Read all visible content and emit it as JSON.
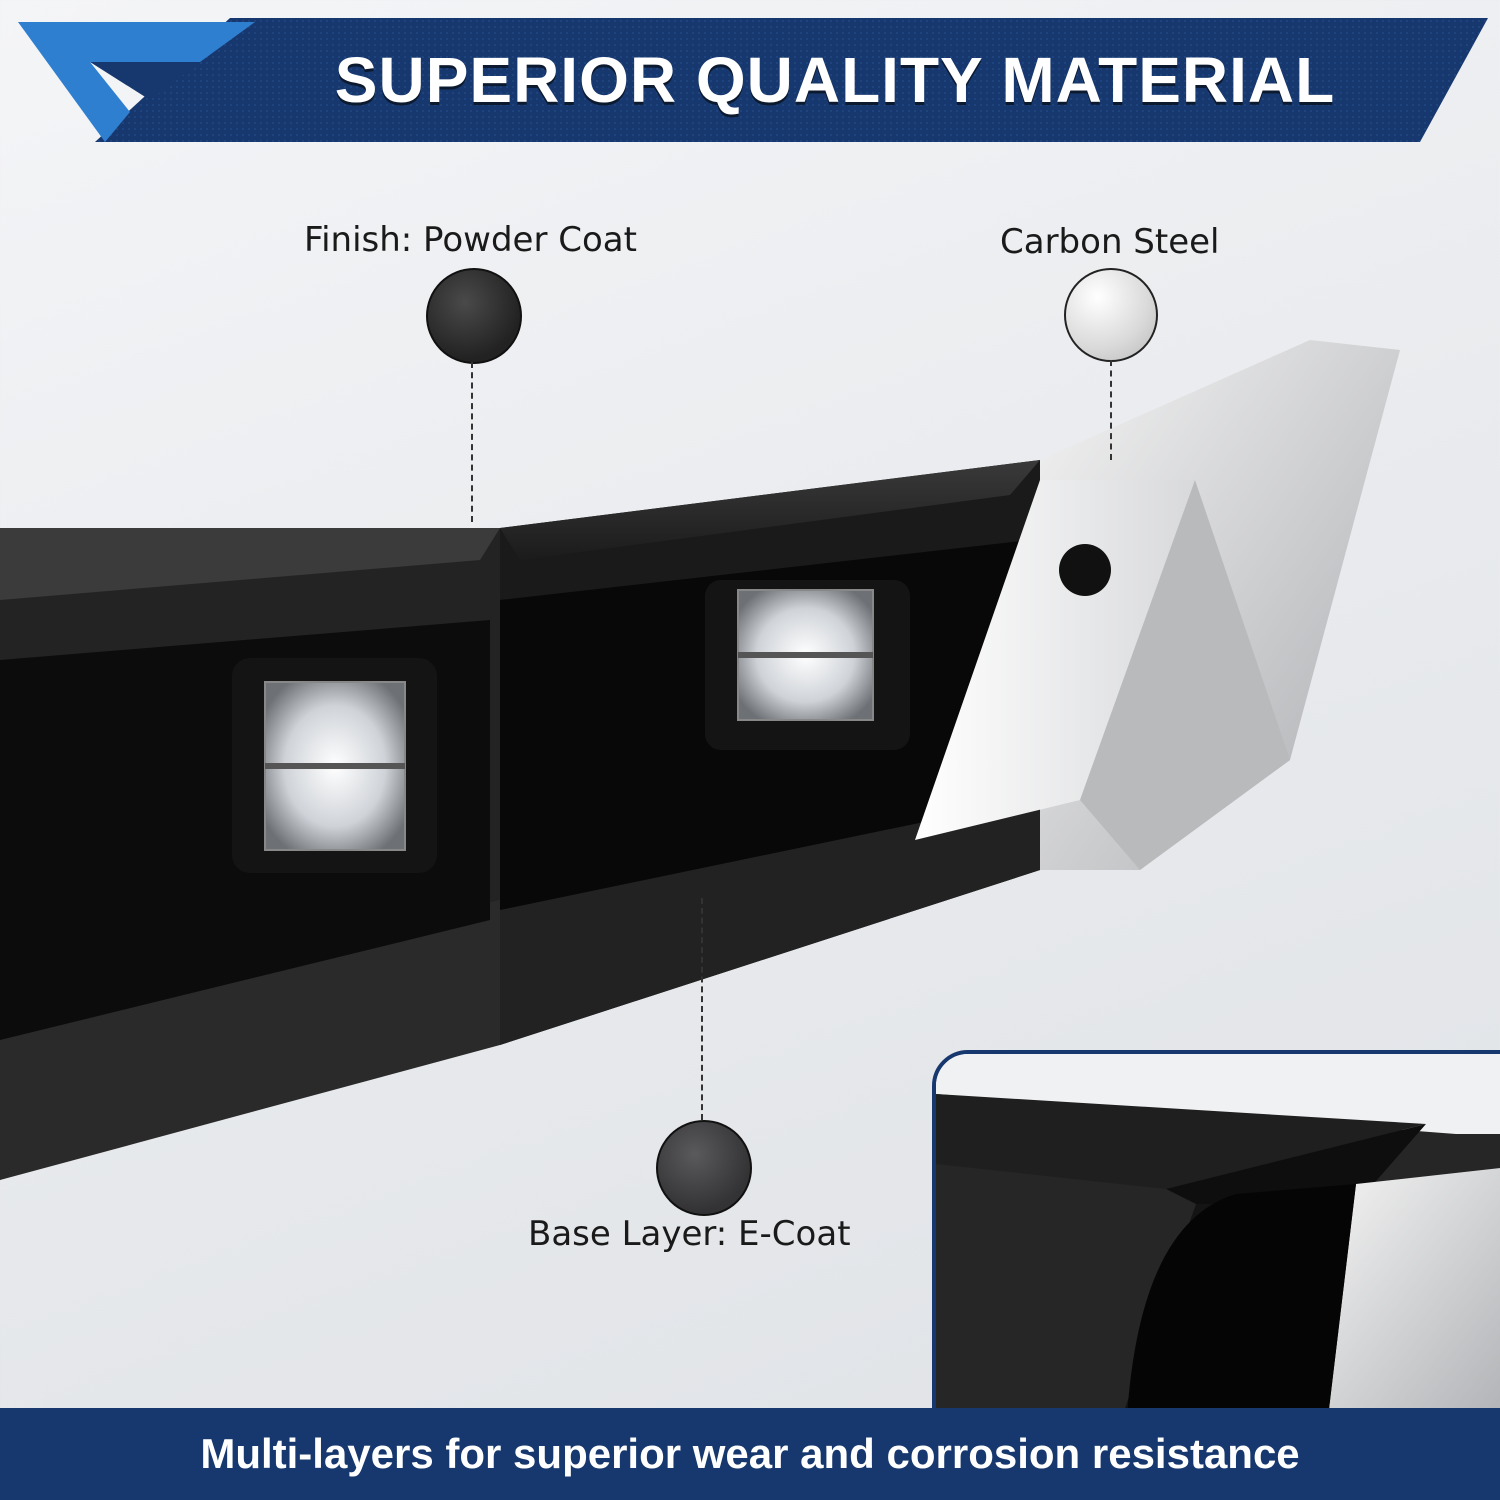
{
  "header": {
    "title": "SUPERIOR QUALITY MATERIAL"
  },
  "callouts": {
    "powder_coat": "Finish: Powder Coat",
    "carbon_steel": "Carbon Steel",
    "e_coat": "Base Layer: E-Coat"
  },
  "footer": {
    "tagline": "Multi-layers for superior wear and corrosion resistance"
  },
  "colors": {
    "banner_navy": "#17386e",
    "banner_accent": "#2f7fd1",
    "powder_coat": "#2b2b2b",
    "carbon_steel": "#e6e6e6",
    "e_coat": "#3f3f41"
  }
}
